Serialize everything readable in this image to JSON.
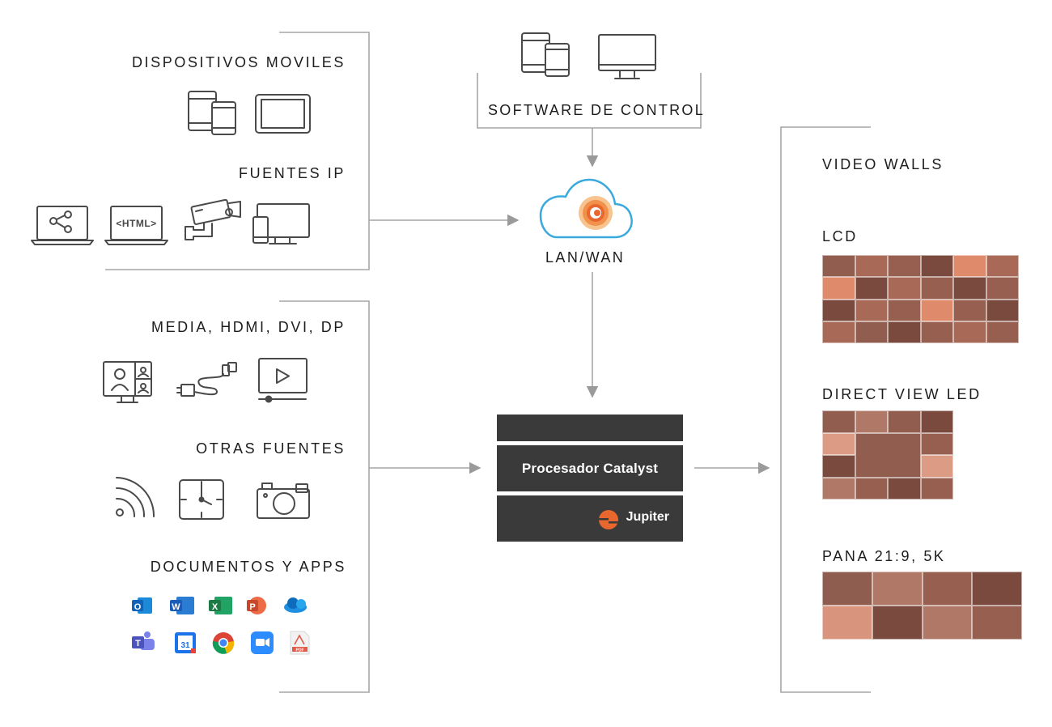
{
  "sources": {
    "mobile": {
      "title": "DISPOSITIVOS MOVILES",
      "icons": [
        "phone-tablet-icon",
        "tablet-icon"
      ]
    },
    "ip": {
      "title": "FUENTES IP",
      "icons": [
        "share-laptop-icon",
        "html-laptop-icon",
        "security-camera-icon",
        "desktop-phone-icon"
      ],
      "html_label": "<HTML>"
    },
    "media": {
      "title": "MEDIA, HDMI, DVI, DP",
      "icons": [
        "video-conference-icon",
        "cable-icon",
        "video-player-icon"
      ]
    },
    "other": {
      "title": "OTRAS FUENTES",
      "icons": [
        "rss-icon",
        "clock-icon",
        "camera-icon"
      ]
    },
    "docs": {
      "title": "DOCUMENTOS Y APPS",
      "apps": [
        {
          "name": "outlook-icon",
          "letter": "O",
          "color": "#0f64b8"
        },
        {
          "name": "word-icon",
          "letter": "W",
          "color": "#1a5cb8"
        },
        {
          "name": "excel-icon",
          "letter": "X",
          "color": "#1d7a45"
        },
        {
          "name": "powerpoint-icon",
          "letter": "P",
          "color": "#c6492b"
        },
        {
          "name": "onedrive-icon",
          "letter": "",
          "color": "#1e8fe1"
        },
        {
          "name": "teams-icon",
          "letter": "T",
          "color": "#4b53bc"
        },
        {
          "name": "google-calendar-icon",
          "letter": "31",
          "color": "#1a73e8"
        },
        {
          "name": "chrome-icon",
          "letter": "",
          "color": "#db4437"
        },
        {
          "name": "zoom-icon",
          "letter": "",
          "color": "#2d8cff"
        },
        {
          "name": "pdf-icon",
          "letter": "PDF",
          "color": "#e25a4a"
        }
      ]
    }
  },
  "control": {
    "title": "SOFTWARE DE CONTROL"
  },
  "network": {
    "title": "LAN/WAN"
  },
  "processor": {
    "title": "Procesador Catalyst",
    "brand": "Jupiter"
  },
  "walls": {
    "title": "VIDEO WALLS",
    "lcd": {
      "title": "LCD",
      "rows": 4,
      "cols": 6,
      "colors": [
        "#915d4e",
        "#a86a57",
        "#965f50",
        "#7a4a3e",
        "#e08a6c",
        "#a86a57",
        "#e08a6c",
        "#7a4a3e",
        "#a86a57",
        "#965f50",
        "#7a4a3e",
        "#965f50",
        "#7a4a3e",
        "#a86a57",
        "#965f50",
        "#e08a6c",
        "#965f50",
        "#7a4a3e",
        "#a86a57",
        "#915d4e",
        "#7a4a3e",
        "#965f50",
        "#a86a57",
        "#965f50"
      ]
    },
    "dvled": {
      "title": "DIRECT VIEW LED",
      "colors": [
        "#915d4e",
        "#b07866",
        "#915d4e",
        "#7a4a3e",
        "#dc9b85",
        "#915d4e",
        "#965f50",
        "#7a4a3e",
        "#dc9b85",
        "#b07866",
        "#965f50",
        "#7a4a3e",
        "#965f50"
      ]
    },
    "pana": {
      "title": "PANA 21:9, 5K",
      "colors": [
        "#8e5d4f",
        "#b07866",
        "#965f50",
        "#7a4a3e",
        "#d9947e",
        "#7a4a3e",
        "#b07866",
        "#965f50"
      ]
    }
  },
  "colors": {
    "line": "#a6a6a6",
    "icon": "#4a4a4a",
    "cloud": "#3aa9dd",
    "accent": "#e8672f",
    "processor": "#3a3a3a"
  }
}
